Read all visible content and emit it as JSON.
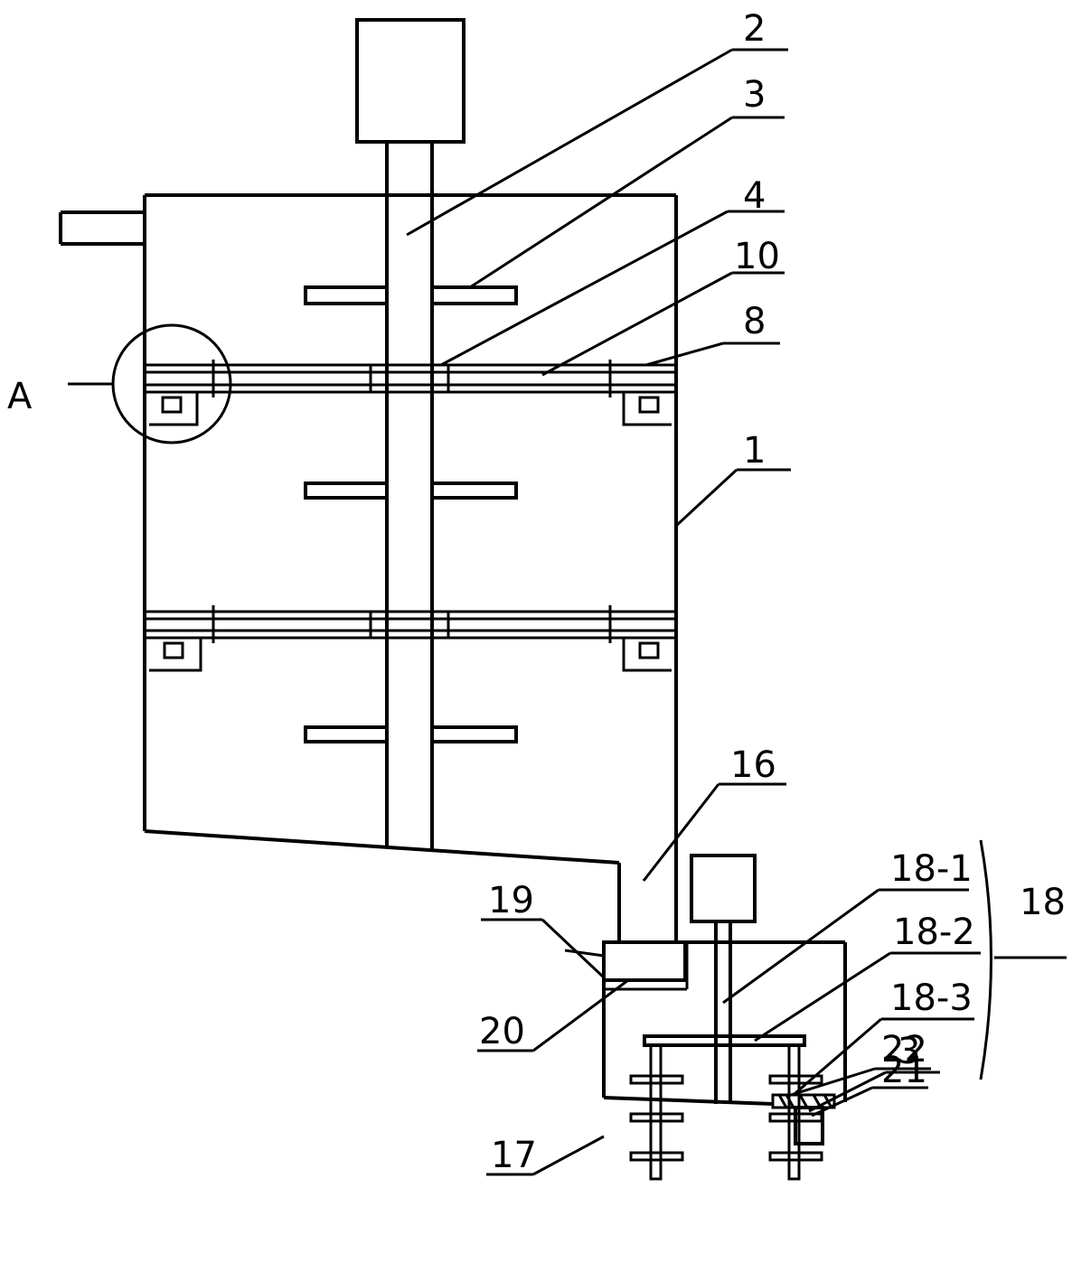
{
  "labels": {
    "A": "A",
    "n2": "2",
    "n3_top": "3",
    "n4": "4",
    "n10": "10",
    "n8": "8",
    "n1": "1",
    "n16": "16",
    "n18_1": "18-1",
    "n18": "18",
    "n19": "19",
    "n18_2": "18-2",
    "n18_3": "18-3",
    "n3_bottom": "3",
    "n20": "20",
    "n17": "17",
    "n22": "22",
    "n21": "21"
  }
}
